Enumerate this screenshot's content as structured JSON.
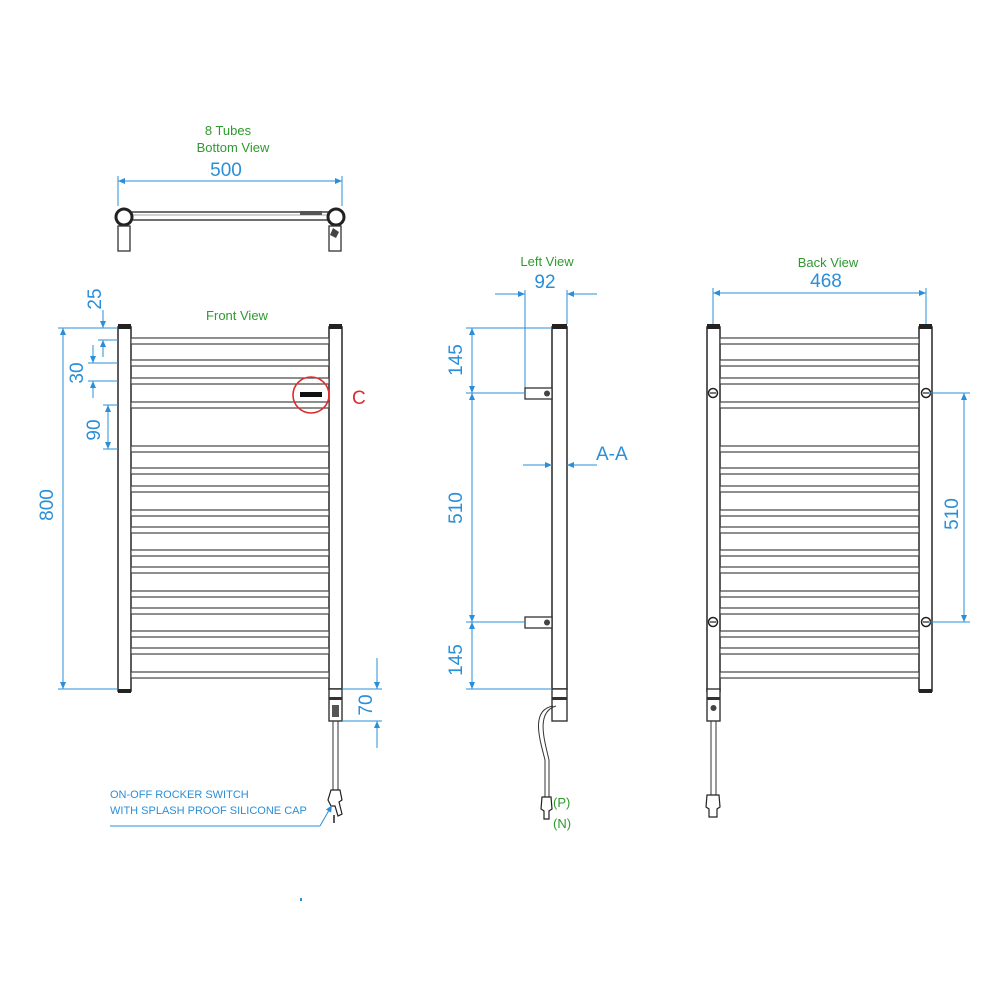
{
  "bottom_view": {
    "tubes_label": "8 Tubes",
    "title": "Bottom View",
    "width": "500"
  },
  "front_view": {
    "title": "Front View",
    "height": "800",
    "top_offset": "25",
    "tube_gap": "30",
    "group_gap": "90",
    "bottom_height": "70",
    "callout": "C",
    "switch_note_line1": "ON-OFF ROCKER SWITCH",
    "switch_note_line2": "WITH SPLASH PROOF SILICONE CAP"
  },
  "left_view": {
    "title": "Left View",
    "depth": "92",
    "top_dim": "145",
    "mid_dim": "510",
    "bottom_dim": "145",
    "section": "A-A",
    "phase_label": "(P)",
    "neutral_label": "(N)"
  },
  "back_view": {
    "title": "Back View",
    "width": "468",
    "mount_dim": "510"
  },
  "colors": {
    "dimension": "#2a8fd8",
    "label": "#2e9a2e",
    "callout": "#e02b2b",
    "outline": "#333333"
  }
}
